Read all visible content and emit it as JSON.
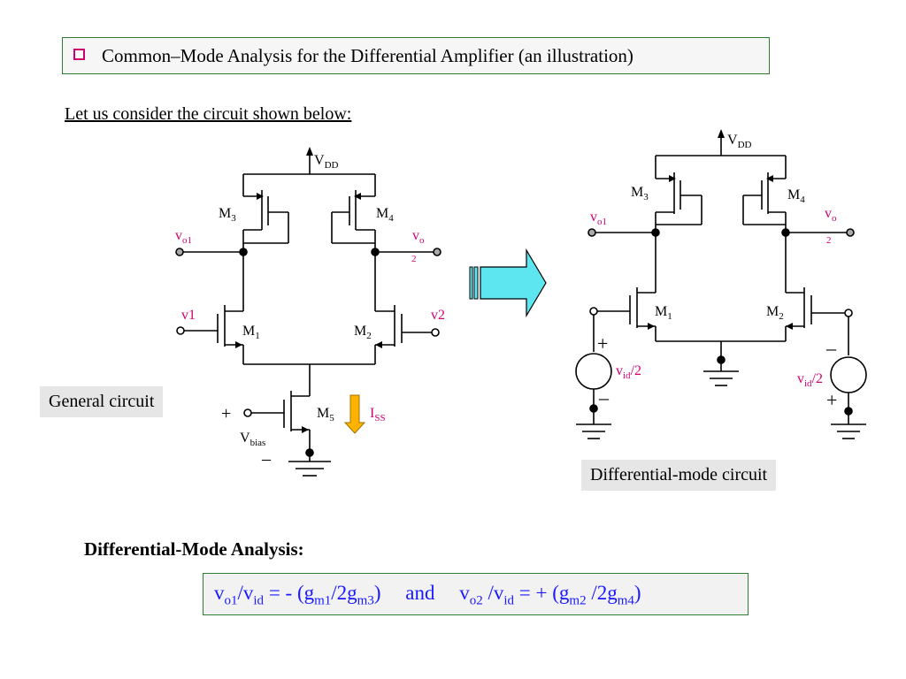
{
  "title": "Common–Mode Analysis for the Differential Amplifier (an illustration)",
  "intro": "Let us consider the circuit shown below:",
  "labels": {
    "general_circuit": "General circuit",
    "differential_circuit": "Differential-mode circuit",
    "section_heading": "Differential-Mode Analysis:"
  },
  "general": {
    "vdd": "V",
    "vdd_sub": "DD",
    "m3": "M",
    "m3_sub": "3",
    "m4": "M",
    "m4_sub": "4",
    "m1": "M",
    "m1_sub": "1",
    "m2": "M",
    "m2_sub": "2",
    "m5": "M",
    "m5_sub": "5",
    "vo1": "v",
    "vo1_sub": "o1",
    "vo2": "v",
    "vo2_sub": "o",
    "vo2_extra": "2",
    "v1": "v1",
    "v2": "v2",
    "iss": "I",
    "iss_sub": "SS",
    "vbias": "V",
    "vbias_sub": "bias",
    "plus": "+",
    "minus": "–"
  },
  "differential": {
    "vdd": "V",
    "vdd_sub": "DD",
    "m3": "M",
    "m3_sub": "3",
    "m4": "M",
    "m4_sub": "4",
    "m1": "M",
    "m1_sub": "1",
    "m2": "M",
    "m2_sub": "2",
    "vo1": "v",
    "vo1_sub": "o1",
    "vo2": "v",
    "vo2_sub": "o",
    "vo2_extra": "2",
    "src_left": "v",
    "src_left_sub": "id",
    "src_left_tail": "/2",
    "src_right": "v",
    "src_right_sub": "id",
    "src_right_tail": "/2",
    "plus": "+",
    "minus": "–"
  },
  "equation": {
    "lhs1_v": "v",
    "lhs1_sub": "o1",
    "lhs1_slash": "/v",
    "lhs1_den_sub": "id",
    "rhs1_pre": "= - (g",
    "rhs1_sub1": "m1",
    "rhs1_mid": "/2g",
    "rhs1_sub2": "m3",
    "rhs1_post": ")",
    "conj": "and",
    "lhs2_v": "v",
    "lhs2_sub": "o2",
    "lhs2_slash": " /v",
    "lhs2_den_sub": "id",
    "rhs2_pre": "= + (g",
    "rhs2_sub1": "m2",
    "rhs2_mid": " /2g",
    "rhs2_sub2": "m4",
    "rhs2_post": ")"
  },
  "colors": {
    "accent_red": "#d0006f",
    "equation_blue": "#1a1aff",
    "box_border_green": "#2e7d32",
    "arrow_fill": "#5ee6f0",
    "current_arrow": "#ffb300"
  }
}
